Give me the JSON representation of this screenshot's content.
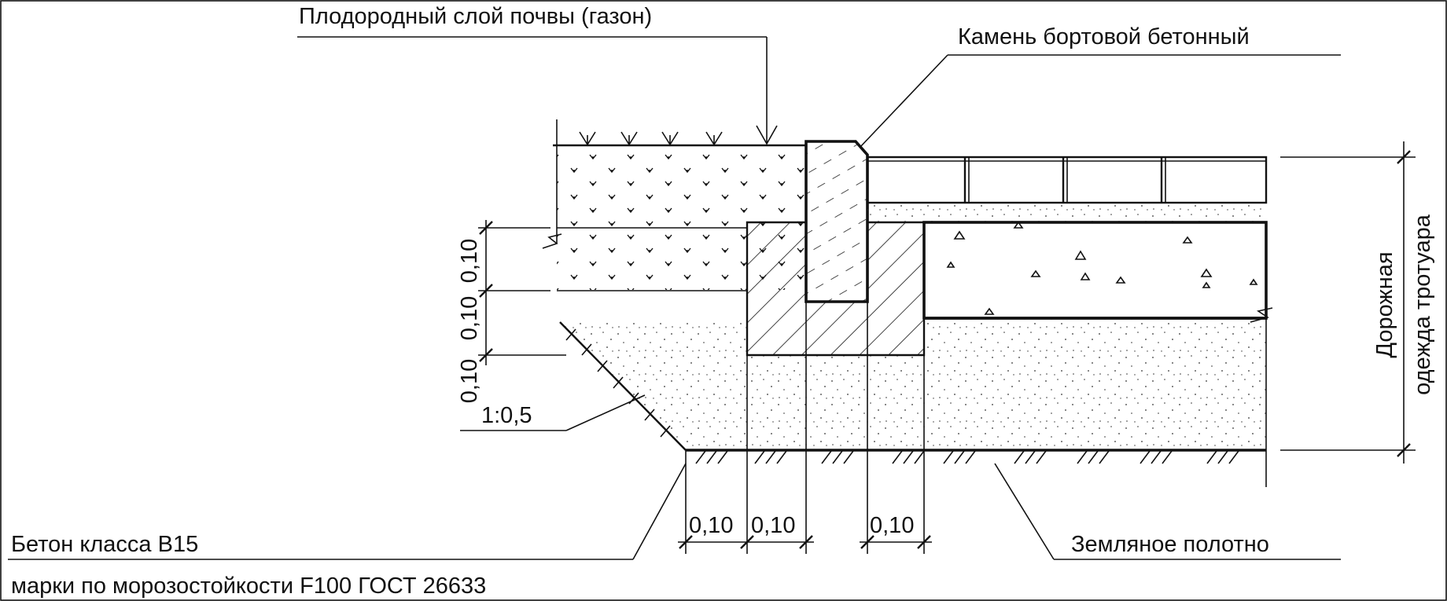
{
  "labels": {
    "topsoil": "Плодородный слой почвы (газон)",
    "curb_stone": "Камень бортовой бетонный",
    "concrete_class": "Бетон класса В15",
    "frost_grade": "марки по морозостойкости F100 ГОСТ 26633",
    "subgrade": "Земляное полотно",
    "pavement_line1": "Дорожная",
    "pavement_line2": "одежда тротуара",
    "slope": "1:0,5"
  },
  "dimensions": {
    "left_upper": "0,10",
    "left_middle": "0,10",
    "left_lower": "0,10",
    "bottom_1": "0,10",
    "bottom_2": "0,10",
    "bottom_3": "0,10"
  },
  "colors": {
    "line": "#111111",
    "background": "#ffffff"
  }
}
